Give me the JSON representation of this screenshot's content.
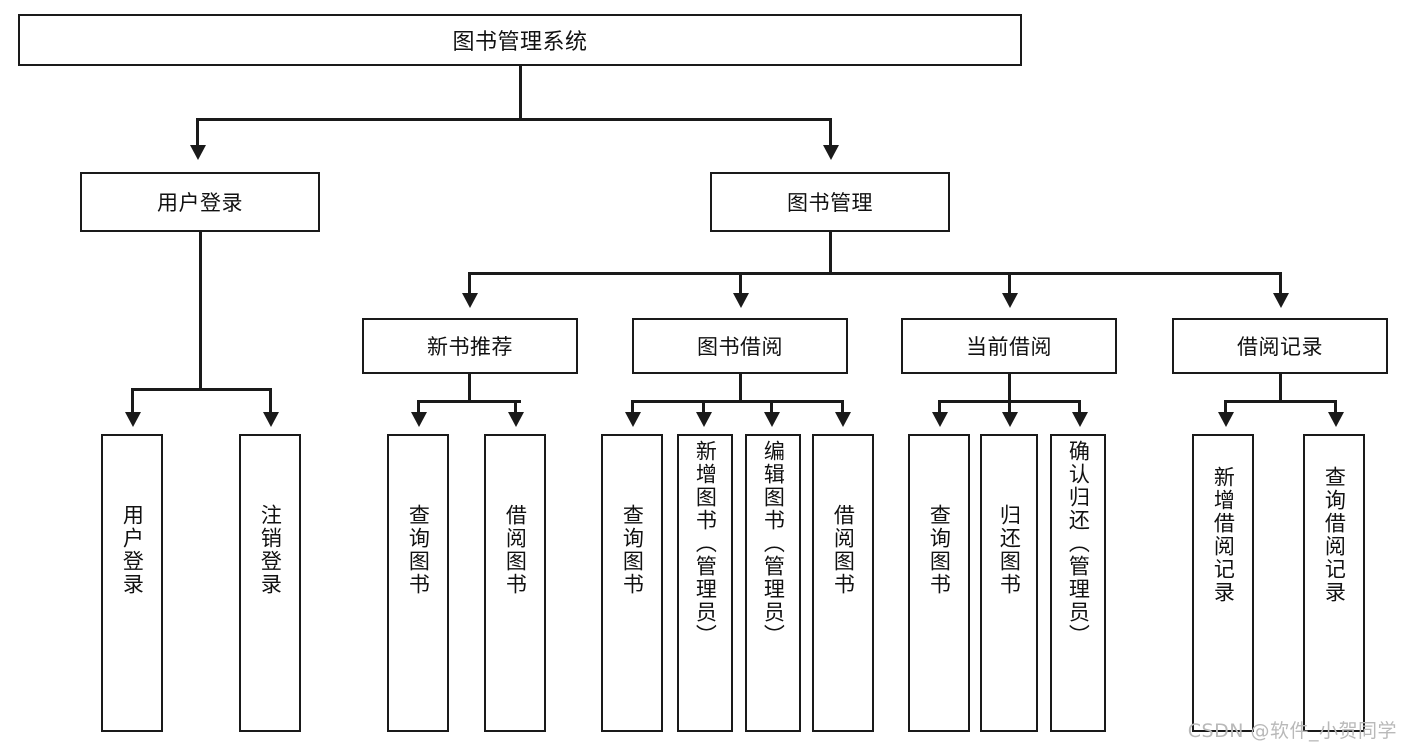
{
  "diagram": {
    "title": "图书管理系统",
    "type": "hierarchy-tree",
    "watermark": "CSDN @软件_小贺同学",
    "levels": [
      {
        "level": 1,
        "nodes": [
          {
            "id": "root",
            "label": "图书管理系统",
            "orientation": "horizontal"
          }
        ]
      },
      {
        "level": 2,
        "nodes": [
          {
            "id": "user-login",
            "label": "用户登录",
            "orientation": "horizontal"
          },
          {
            "id": "book-manage",
            "label": "图书管理",
            "orientation": "horizontal"
          }
        ]
      },
      {
        "level": 3,
        "nodes": [
          {
            "id": "new-book-rec",
            "label": "新书推荐",
            "orientation": "horizontal"
          },
          {
            "id": "book-borrow",
            "label": "图书借阅",
            "orientation": "horizontal"
          },
          {
            "id": "current-borrow",
            "label": "当前借阅",
            "orientation": "horizontal"
          },
          {
            "id": "borrow-record",
            "label": "借阅记录",
            "orientation": "horizontal"
          }
        ]
      },
      {
        "level": 4,
        "nodes": [
          {
            "id": "leaf-user-login",
            "label": "用户登录",
            "parent": "user-login",
            "orientation": "vertical"
          },
          {
            "id": "leaf-user-logout",
            "label": "注销登录",
            "parent": "user-login",
            "orientation": "vertical"
          },
          {
            "id": "leaf-query-book-1",
            "label": "查询图书",
            "parent": "new-book-rec",
            "orientation": "vertical"
          },
          {
            "id": "leaf-borrow-book-1",
            "label": "借阅图书",
            "parent": "new-book-rec",
            "orientation": "vertical"
          },
          {
            "id": "leaf-query-book-2",
            "label": "查询图书",
            "parent": "book-borrow",
            "orientation": "vertical"
          },
          {
            "id": "leaf-add-book",
            "label": "新增图书（管理员）",
            "parent": "book-borrow",
            "orientation": "vertical"
          },
          {
            "id": "leaf-edit-book",
            "label": "编辑图书（管理员）",
            "parent": "book-borrow",
            "orientation": "vertical"
          },
          {
            "id": "leaf-borrow-book-2",
            "label": "借阅图书",
            "parent": "book-borrow",
            "orientation": "vertical"
          },
          {
            "id": "leaf-query-book-3",
            "label": "查询图书",
            "parent": "current-borrow",
            "orientation": "vertical"
          },
          {
            "id": "leaf-return-book",
            "label": "归还图书",
            "parent": "current-borrow",
            "orientation": "vertical"
          },
          {
            "id": "leaf-confirm-return",
            "label": "确认归还（管理员）",
            "parent": "current-borrow",
            "orientation": "vertical"
          },
          {
            "id": "leaf-add-record",
            "label": "新增借阅记录",
            "parent": "borrow-record",
            "orientation": "vertical"
          },
          {
            "id": "leaf-query-record",
            "label": "查询借阅记录",
            "parent": "borrow-record",
            "orientation": "vertical"
          }
        ]
      }
    ],
    "colors": {
      "stroke": "#1a1a1a",
      "fill": "#ffffff",
      "text": "#111111",
      "watermark": "#b9b9b9"
    }
  }
}
